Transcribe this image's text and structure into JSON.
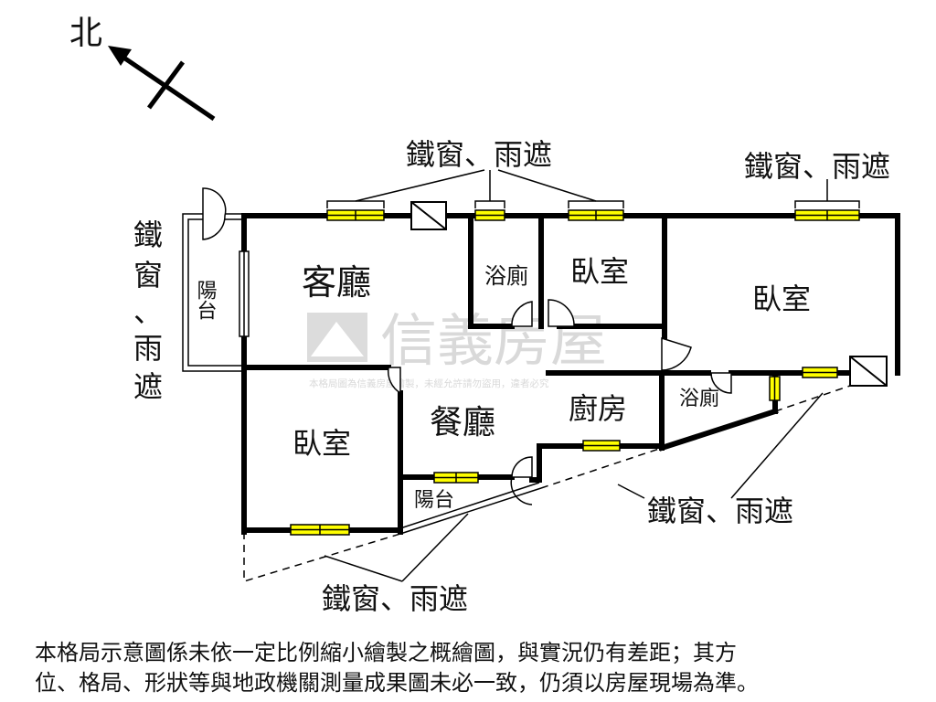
{
  "compass": {
    "north_label": "北"
  },
  "rooms": {
    "living_room": "客廳",
    "balcony_west": "陽台",
    "bathroom_north": "浴廁",
    "bedroom_north": "臥室",
    "bedroom_master": "臥室",
    "bedroom_south": "臥室",
    "dining_room": "餐廳",
    "kitchen": "廚房",
    "bathroom_south": "浴廁",
    "balcony_south": "陽台"
  },
  "annotations": {
    "north_windows": "鐵窗、雨遮",
    "northeast_windows": "鐵窗、雨遮",
    "west_chars": [
      "鐵",
      "窗",
      "、",
      "雨",
      "遮"
    ],
    "southeast_windows": "鐵窗、雨遮",
    "south_windows": "鐵窗、雨遮"
  },
  "watermark": {
    "brand": "信義房屋",
    "notice": "本格局圖為信義房屋繪製，未經允許請勿盜用，違者必究"
  },
  "disclaimer": {
    "line1": "本格局示意圖係未依一定比例縮小繪製之概繪圖，與實況仍有差距；其方",
    "line2": "位、格局、形狀等與地政機關測量成果圖未必一致，仍須以房屋現場為準。"
  },
  "colors": {
    "wall": "#000000",
    "window": "#ffff00"
  }
}
